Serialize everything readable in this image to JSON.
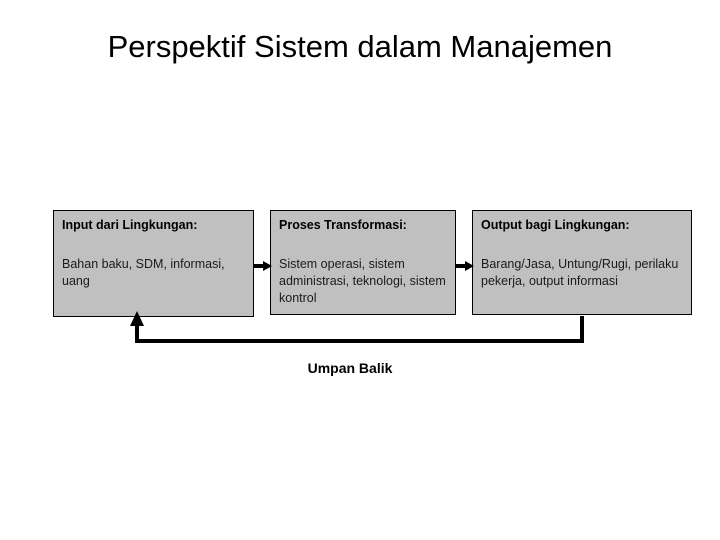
{
  "slide": {
    "title": "Perspektif Sistem dalam Manajemen",
    "background_color": "#ffffff",
    "box_fill_color": "#c0c0c0",
    "box_border_color": "#000000",
    "text_color": "#000000"
  },
  "diagram": {
    "type": "flow",
    "boxes": [
      {
        "id": "input",
        "header": "Input dari Lingkungan:",
        "body": "Bahan baku, SDM, informasi, uang"
      },
      {
        "id": "process",
        "header": "Proses Transformasi:",
        "body": "Sistem operasi, sistem administrasi, teknologi, sistem kontrol"
      },
      {
        "id": "output",
        "header": "Output bagi Lingkungan:",
        "body": "Barang/Jasa, Untung/Rugi, perilaku pekerja, output informasi"
      }
    ],
    "connectors": [
      {
        "id": "input-to-process",
        "from": "input",
        "to": "process",
        "icon": "arrow-right-icon"
      },
      {
        "id": "process-to-output",
        "from": "process",
        "to": "output",
        "icon": "arrow-right-icon"
      },
      {
        "id": "feedback",
        "from": "output",
        "to": "input",
        "icon": "arrow-up-icon",
        "label": "Umpan Balik"
      }
    ],
    "feedback_label": "Umpan Balik"
  }
}
